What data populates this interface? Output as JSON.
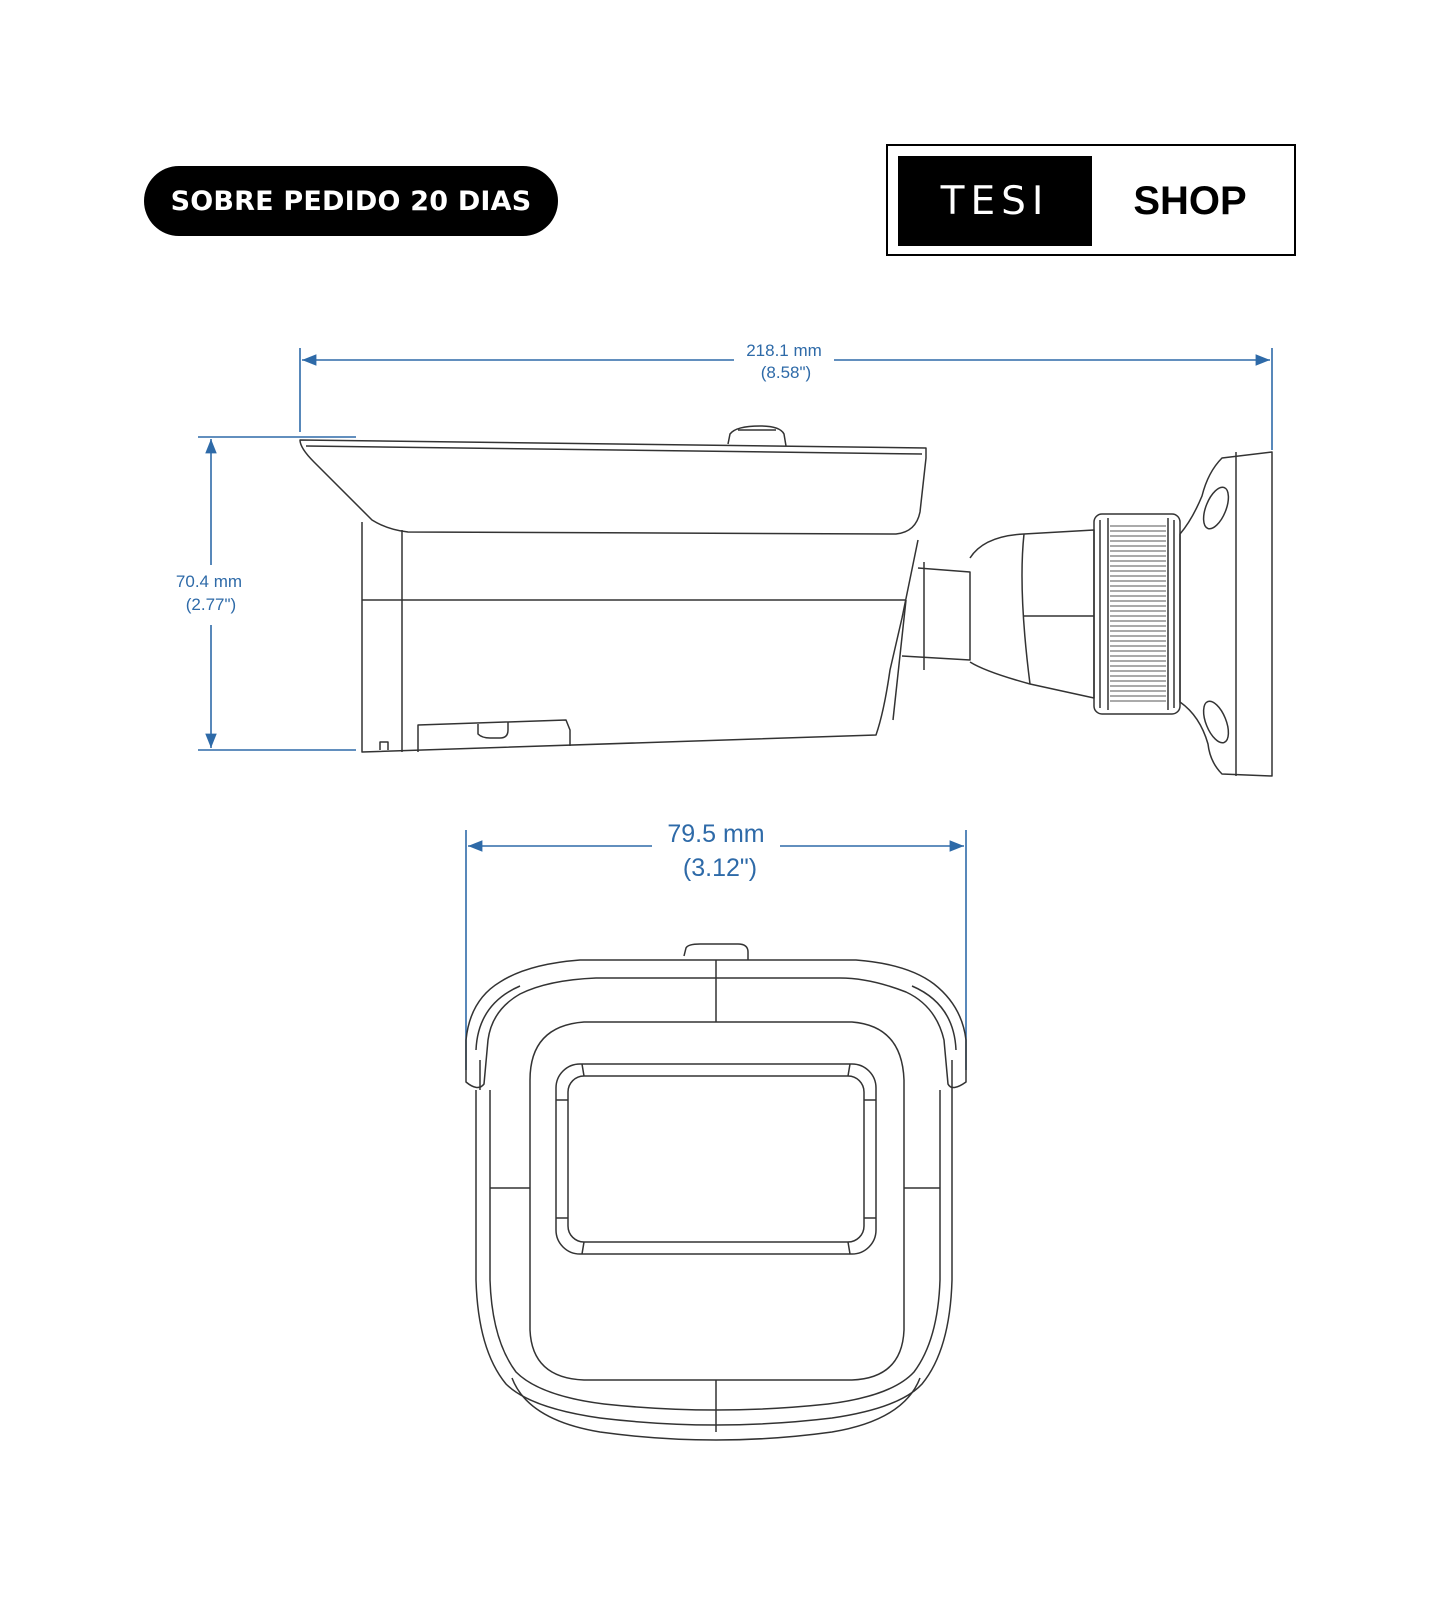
{
  "badge": {
    "label": "SOBRE PEDIDO 20 DIAS"
  },
  "logo": {
    "left_text": "TESI",
    "right_text": "SHOP"
  },
  "dimensions": {
    "length": {
      "mm": "218.1 mm",
      "inch": "(8.58\")"
    },
    "height": {
      "mm": "70.4 mm",
      "inch": "(2.77\")"
    },
    "width": {
      "mm": "79.5 mm",
      "inch": "(3.12\")"
    }
  },
  "colors": {
    "dimension_line": "#2e6aa8",
    "outline": "#333333"
  }
}
